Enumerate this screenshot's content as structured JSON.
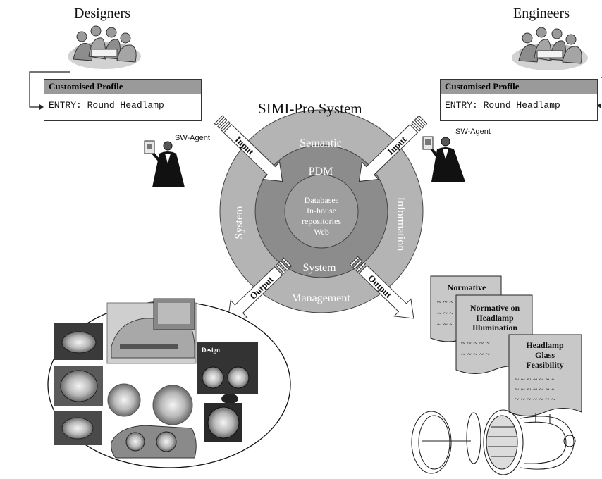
{
  "designers": {
    "title": "Designers",
    "profile_title": "Customised Profile",
    "entry": "ENTRY: Round Headlamp",
    "agent_label": "SW-Agent"
  },
  "engineers": {
    "title": "Engineers",
    "profile_title": "Customised Profile",
    "entry": "ENTRY: Round Headlamp",
    "agent_label": "SW-Agent"
  },
  "system_title": "SIMI-Pro System",
  "rings": {
    "outer_top": "Semantic",
    "outer_left": "System",
    "outer_right": "Information",
    "outer_bottom": "Management",
    "middle_top": "PDM",
    "middle_bottom": "System",
    "core": [
      "Databases",
      "In-house",
      "repositories",
      "Web"
    ]
  },
  "arrows": {
    "input_left": "Input",
    "input_right": "Input",
    "output_left": "Output",
    "output_right": "Output"
  },
  "documents": [
    {
      "title": [
        "Normative"
      ]
    },
    {
      "title": [
        "Normative on",
        "Headlamp",
        "Illumination"
      ]
    },
    {
      "title": [
        "Headlamp",
        "Glass",
        "Feasibility"
      ]
    }
  ],
  "colors": {
    "outer_ring": "#b4b4b4",
    "middle_ring": "#8c8c8c",
    "core": "#9e9e9e",
    "doc_fill": "#c8c8c8",
    "profile_header": "#9a9a9a"
  }
}
